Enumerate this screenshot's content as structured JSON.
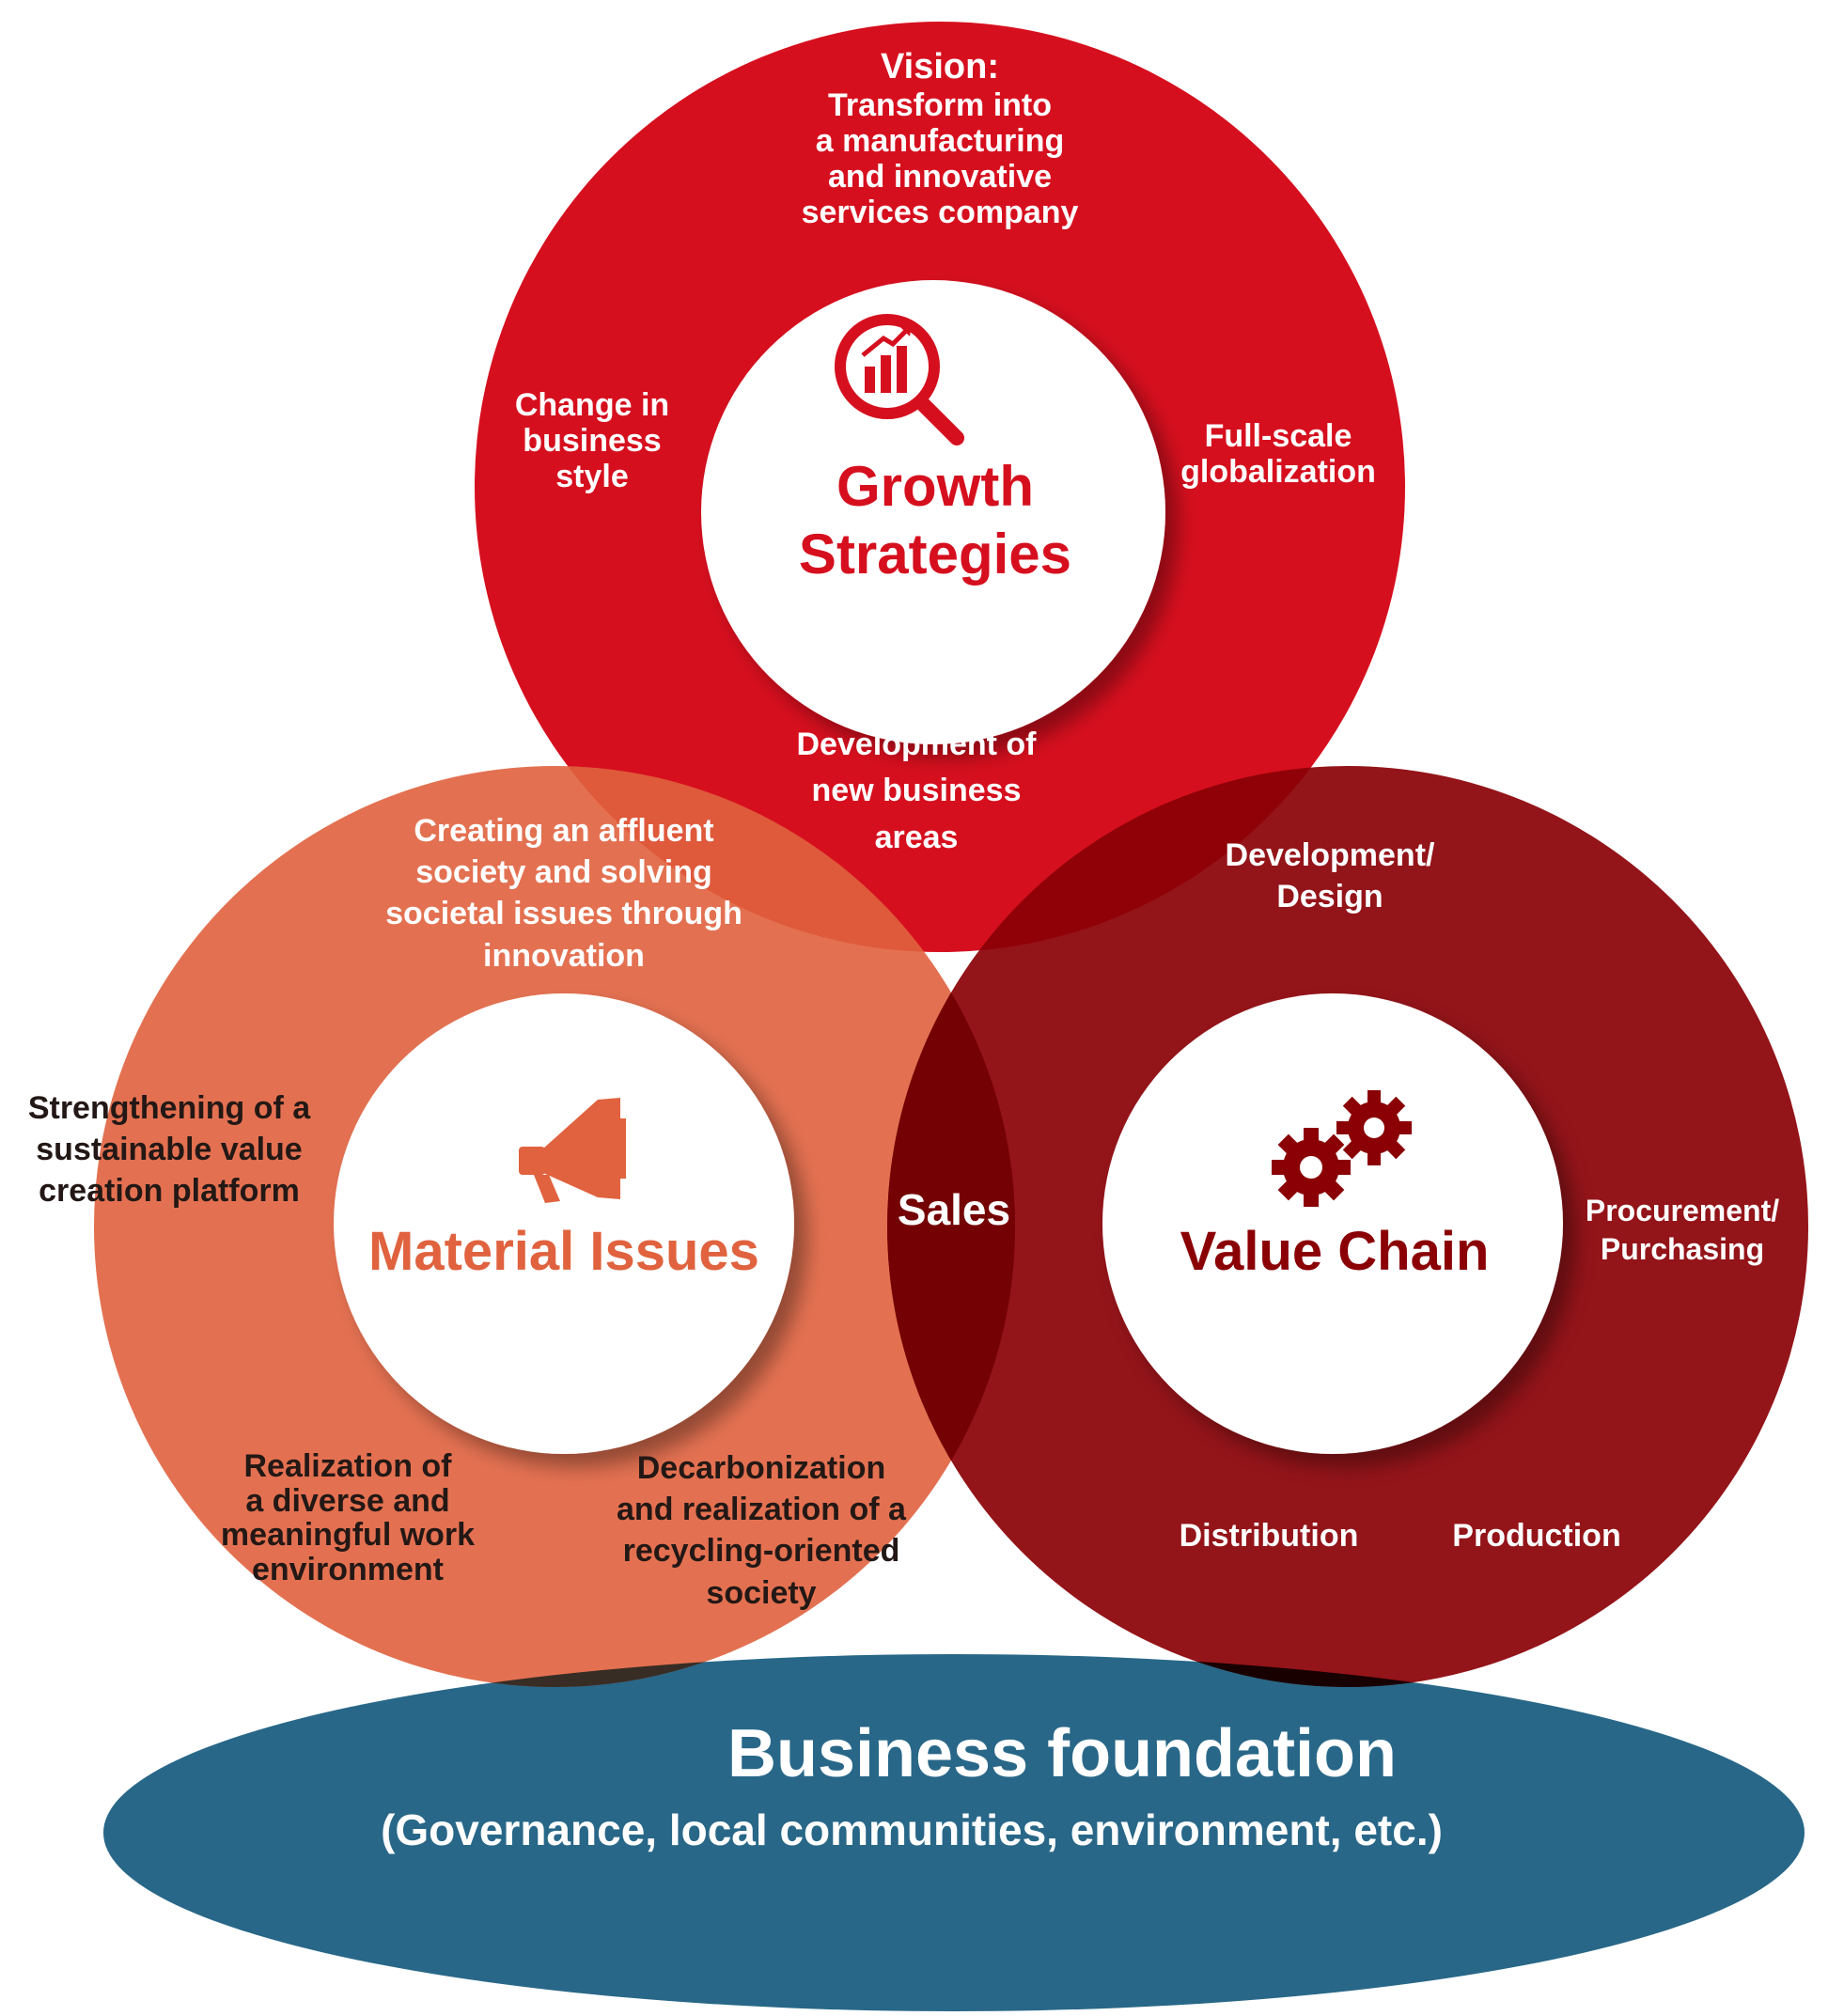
{
  "colors": {
    "growth": "#d60f1e",
    "material": "#e0623e",
    "value_chain": "#8a0005",
    "foundation": "#286788",
    "white": "#ffffff",
    "dark_text": "#231815"
  },
  "icons": {
    "growth": "magnifier-chart-icon",
    "material": "megaphone-icon",
    "value_chain": "gears-icon"
  },
  "growth": {
    "title": [
      "Growth",
      "Strategies"
    ],
    "vision": [
      "Vision:",
      "Transform into",
      "a manufacturing",
      "and innovative",
      "services company"
    ],
    "change": [
      "Change in",
      "business",
      "style"
    ],
    "global": [
      "Full-scale",
      "globalization"
    ],
    "newbiz": [
      "Development of",
      "new business",
      "areas"
    ]
  },
  "material": {
    "title": "Material Issues",
    "affluent": [
      "Creating an affluent",
      "society and solving",
      "societal issues through",
      "innovation"
    ],
    "platform": [
      "Strengthening of a",
      "sustainable value",
      "creation platform"
    ],
    "diverse": [
      "Realization of",
      "a diverse and",
      "meaningful work",
      "environment"
    ],
    "decarb": [
      "Decarbonization",
      "and realization of a",
      "recycling-oriented",
      "society"
    ]
  },
  "value_chain": {
    "title": "Value Chain",
    "sales": "Sales",
    "dev": [
      "Development/",
      "Design"
    ],
    "proc": [
      "Procurement/",
      "Purchasing"
    ],
    "dist": "Distribution",
    "prod": "Production"
  },
  "foundation": {
    "title": "Business foundation",
    "subtitle": "(Governance, local communities, environment, etc.)"
  }
}
